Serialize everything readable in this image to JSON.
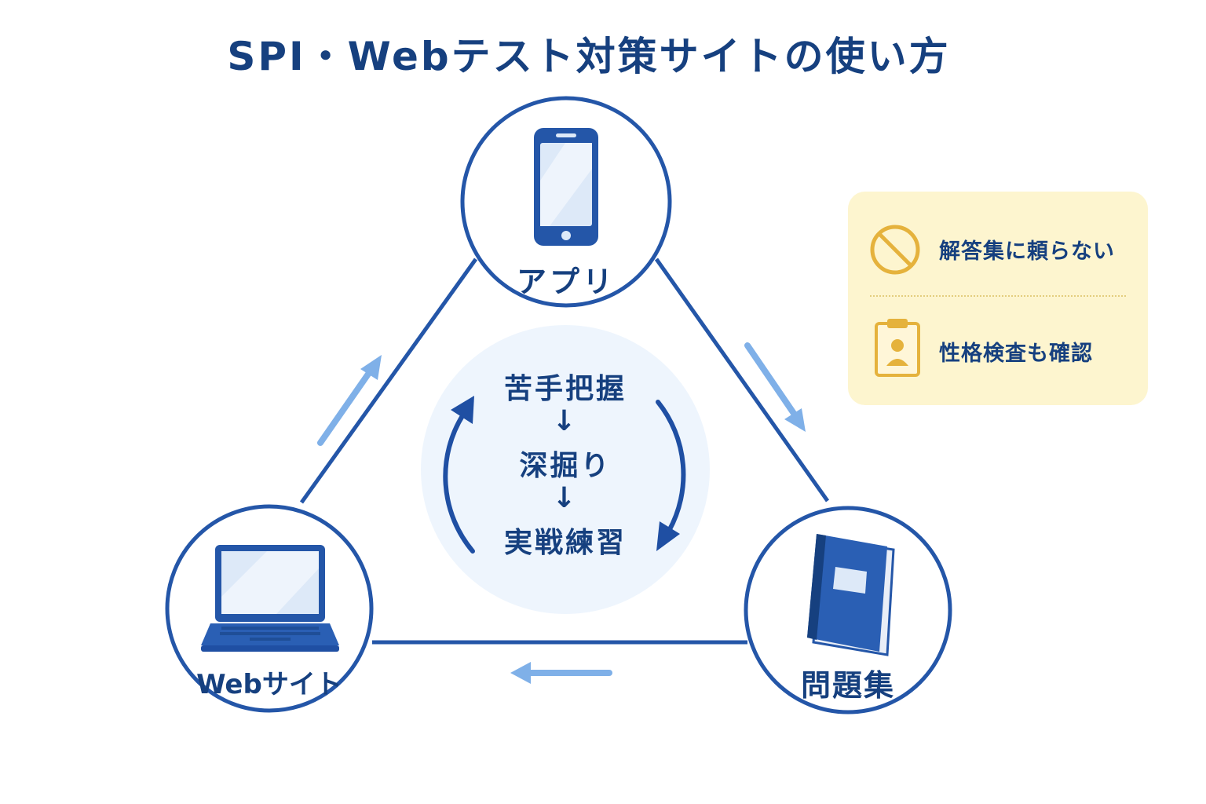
{
  "title": "SPI・Webテスト対策サイトの使い方",
  "nodes": {
    "app": {
      "label": "アプリ",
      "icon": "smartphone-icon"
    },
    "workbook": {
      "label": "問題集",
      "icon": "book-icon"
    },
    "website": {
      "label": "Webサイト",
      "icon": "laptop-icon"
    }
  },
  "cycle": {
    "steps": [
      "苦手把握",
      "↓",
      "深掘り",
      "↓",
      "実戦練習"
    ]
  },
  "notes": [
    {
      "icon": "prohibited-icon",
      "text": "解答集に頼らない"
    },
    {
      "icon": "clipboard-person-icon",
      "text": "性格検査も確認"
    }
  ],
  "colors": {
    "primary": "#16407f",
    "line": "#2456a8",
    "arrow_light": "#7fb0e8",
    "center_fill": "#eef5fd",
    "note_bg": "#fdf5cf",
    "note_icon": "#e5b23c"
  }
}
